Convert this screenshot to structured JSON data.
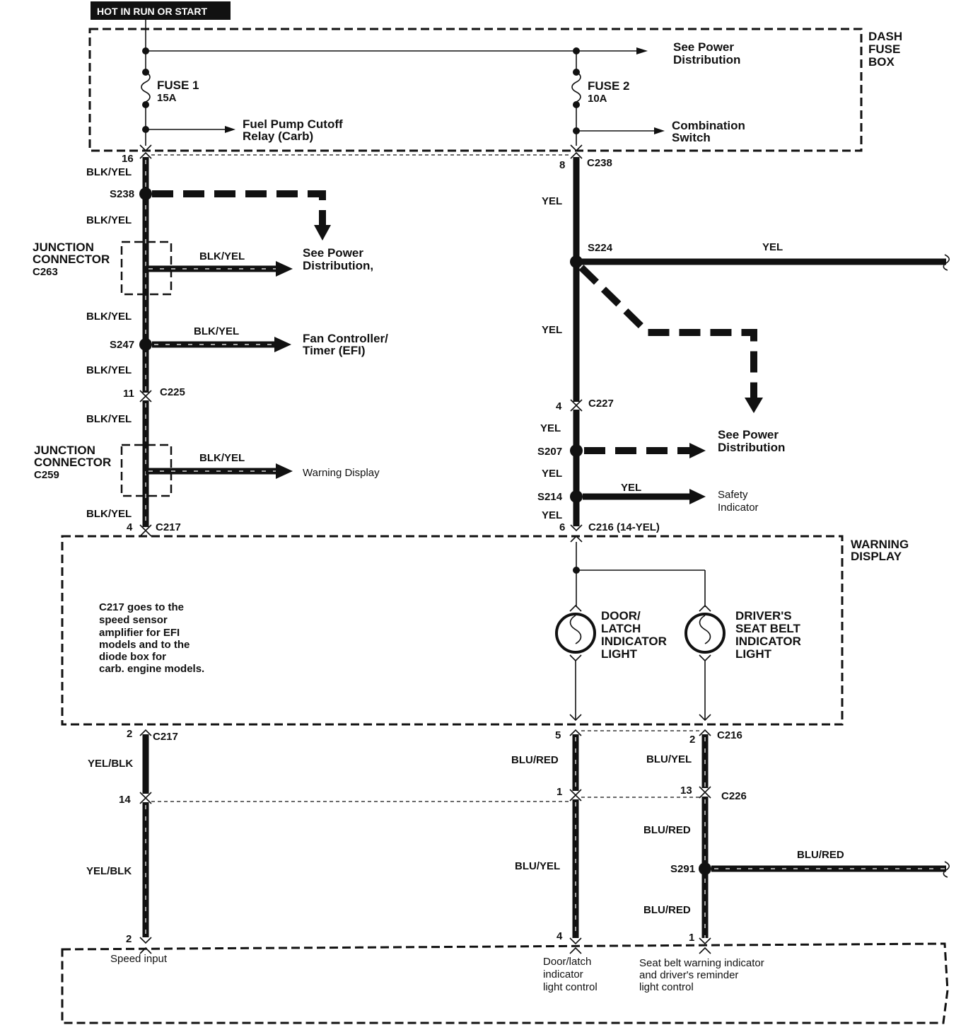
{
  "header": {
    "title": "HOT IN RUN OR START"
  },
  "dash_fuse_box": {
    "label_lines": [
      "DASH",
      "FUSE",
      "BOX"
    ],
    "fuse1": {
      "name": "FUSE 1",
      "rating": "15A"
    },
    "fuse2": {
      "name": "FUSE 2",
      "rating": "10A"
    },
    "see_power_lines": [
      "See Power",
      "Distribution"
    ],
    "fuel_pump_lines": [
      "Fuel Pump Cutoff",
      "Relay (Carb)"
    ],
    "combination_lines": [
      "Combination",
      "Switch"
    ]
  },
  "left_circuit": {
    "pin_16": "16",
    "wire_1": "BLK/YEL",
    "s238": "S238",
    "wire_2": "BLK/YEL",
    "junction_c263_lines": [
      "JUNCTION",
      "CONNECTOR",
      "C263"
    ],
    "branch_c263_wire": "BLK/YEL",
    "branch_c263_dest_lines": [
      "See Power",
      "Distribution,"
    ],
    "wire_3": "BLK/YEL",
    "s247": "S247",
    "branch_s247_wire": "BLK/YEL",
    "branch_s247_dest_lines": [
      "Fan Controller/",
      "Timer (EFI)"
    ],
    "wire_4": "BLK/YEL",
    "pin_11": "11",
    "c225": "C225",
    "wire_5": "BLK/YEL",
    "junction_c259_lines": [
      "JUNCTION",
      "CONNECTOR",
      "C259"
    ],
    "branch_c259_wire": "BLK/YEL",
    "branch_c259_dest": "Warning Display",
    "wire_6": "BLK/YEL",
    "pin_4": "4",
    "c217": "C217"
  },
  "right_circuit": {
    "pin_8": "8",
    "c238": "C238",
    "wire_1": "YEL",
    "s224": "S224",
    "s224_branch_wire": "YEL",
    "wire_2": "YEL",
    "pin_4": "4",
    "c227": "C227",
    "wire_3": "YEL",
    "s207": "S207",
    "s207_dest_lines": [
      "See Power",
      "Distribution"
    ],
    "wire_4": "YEL",
    "s214": "S214",
    "s214_wire": "YEL",
    "s214_dest_lines": [
      "Safety",
      "Indicator"
    ],
    "wire_5": "YEL",
    "pin_6": "6",
    "c216_label": "C216 (14-YEL)"
  },
  "warning_display": {
    "label_lines": [
      "WARNING",
      "DISPLAY"
    ],
    "note_lines": [
      "C217 goes to the",
      "speed sensor",
      "amplifier for EFI",
      "models and to the",
      "diode box for",
      "carb. engine models."
    ],
    "door_light_lines": [
      "DOOR/",
      "LATCH",
      "INDICATOR",
      "LIGHT"
    ],
    "seatbelt_light_lines": [
      "DRIVER'S",
      "SEAT BELT",
      "INDICATOR",
      "LIGHT"
    ]
  },
  "lower": {
    "c217_pin": "2",
    "c217": "C217",
    "yel_blk_1": "YEL/BLK",
    "pin_14": "14",
    "yel_blk_2": "YEL/BLK",
    "bottom_pin_left": "2",
    "door_pin_5": "5",
    "blu_red_door": "BLU/RED",
    "door_pin_1": "1",
    "blu_yel_door": "BLU/YEL",
    "door_bottom_pin": "4",
    "belt_pin_2": "2",
    "c216": "C216",
    "blu_yel_belt": "BLU/YEL",
    "belt_pin_13": "13",
    "c226": "C226",
    "blu_red_1": "BLU/RED",
    "s291": "S291",
    "s291_branch_wire": "BLU/RED",
    "blu_red_2": "BLU/RED",
    "belt_bottom_pin": "1"
  },
  "bottom_module": {
    "speed_input": "Speed input",
    "door_control_lines": [
      "Door/latch",
      "indicator",
      "light control"
    ],
    "seatbelt_control_lines": [
      "Seat belt warning indicator",
      "and driver's reminder",
      "light control"
    ]
  }
}
